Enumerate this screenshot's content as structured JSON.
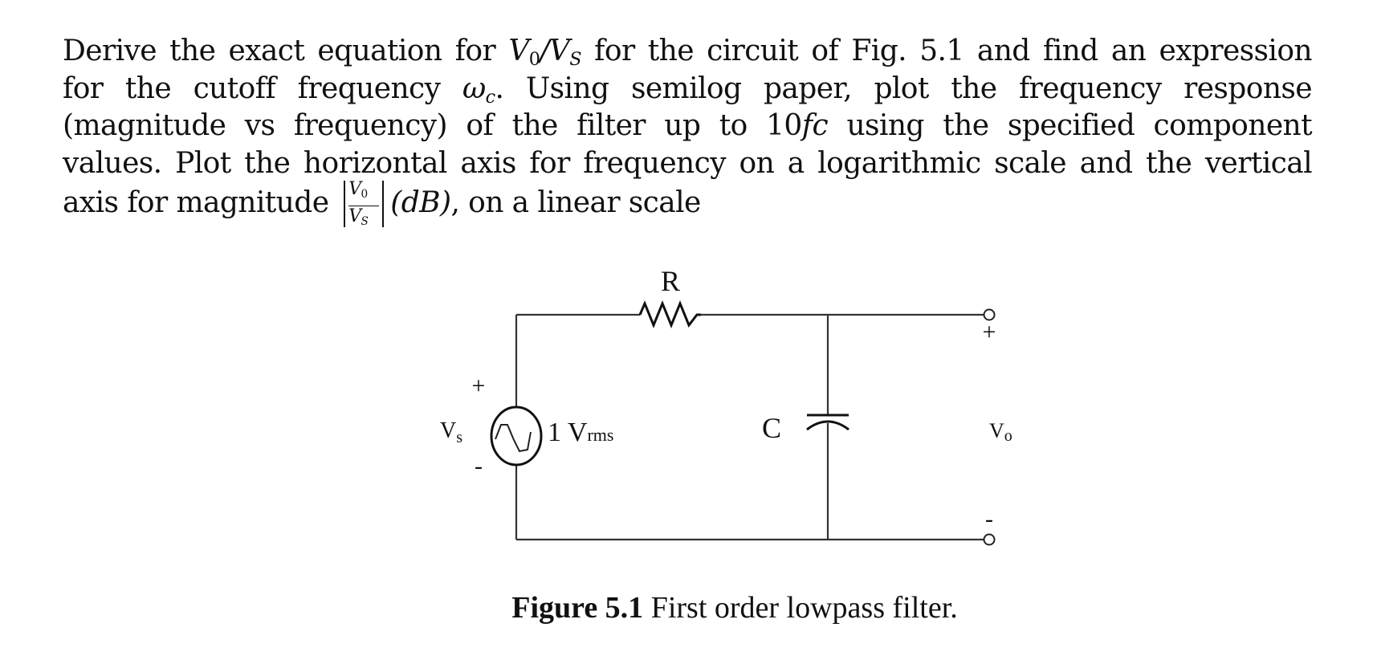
{
  "problem": {
    "line1_a": "Derive the exact equation for ",
    "line1_v0": "V",
    "line1_v0_sub": "0",
    "line1_slash": "/",
    "line1_vs": "V",
    "line1_vs_sub": "S",
    "line1_b": " for the circuit of Fig. 5.1 and find an expression",
    "line2_a": "for the cutoff frequency ",
    "line2_omega": "ω",
    "line2_omega_sub": "c",
    "line2_b": ". Using semilog paper, plot the frequency response",
    "line3_a": "(magnitude vs frequency) of the filter up to ",
    "line3_10fc_num": "10",
    "line3_10fc_var": "fc",
    "line3_b": " using the specified component",
    "line4": "values. Plot the horizontal axis for frequency on a logarithmic scale and the vertical",
    "line5_a": "axis for magnitude ",
    "frac_num": "V",
    "frac_num_sub": "0",
    "frac_den": "V",
    "frac_den_sub": "S",
    "line5_db": "(dB)",
    "line5_b": ", on a linear scale"
  },
  "circuit": {
    "resistor_label": "R",
    "capacitor_label": "C",
    "source_label": "V",
    "source_label_sub": "s",
    "source_plus": "+",
    "source_minus": "-",
    "source_value": "1 V",
    "source_value_sub": "rms",
    "output_label": "V",
    "output_label_sub": "o",
    "output_plus": "+",
    "output_minus": "-"
  },
  "caption": {
    "figure_number": "Figure 5.1",
    "figure_title": " First order lowpass filter."
  }
}
